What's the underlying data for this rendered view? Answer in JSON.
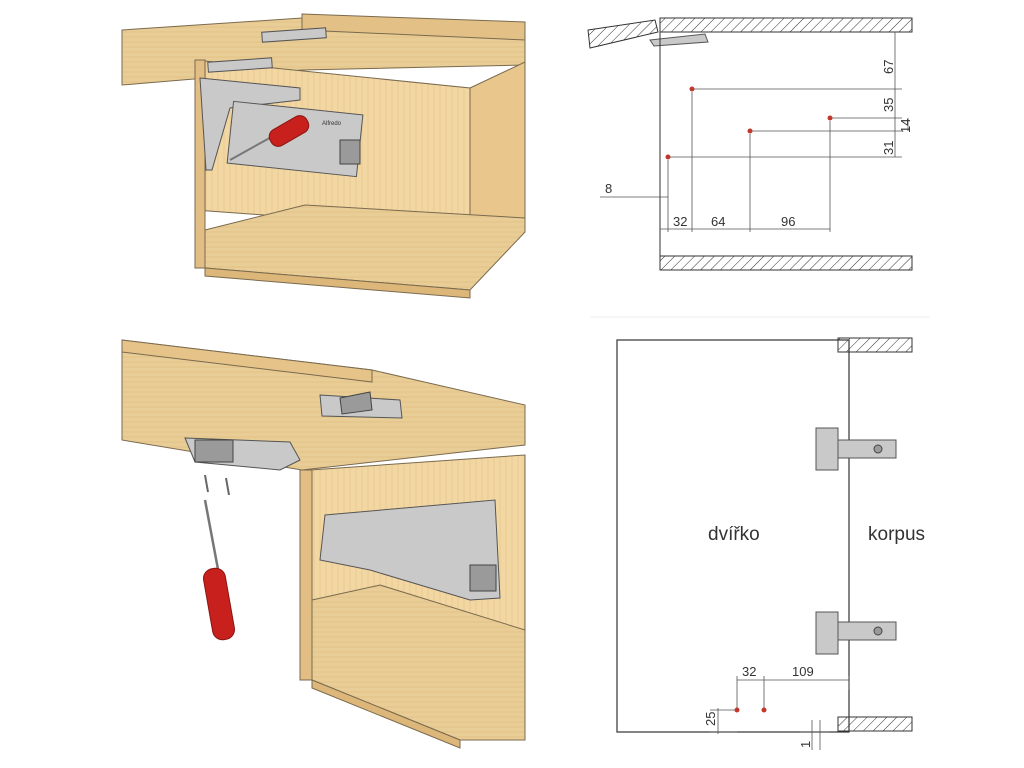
{
  "colors": {
    "wood_light": "#f2d7a3",
    "wood_mid": "#e8c98f",
    "wood_dark": "#d9b677",
    "metal": "#c9c9c9",
    "handle_red": "#c8201c",
    "marker_red": "#c0392b",
    "line": "#555555"
  },
  "top_right_dims": {
    "horizontal": {
      "d1": "8",
      "d2": "32",
      "d3": "64",
      "d4": "96"
    },
    "vertical": {
      "v1": "67",
      "v2": "35",
      "v3": "14",
      "v4": "31"
    }
  },
  "bottom_right_dims": {
    "h1": "32",
    "h2": "109",
    "v1": "25",
    "v2": "1"
  },
  "labels": {
    "door": "dvířko",
    "body": "korpus"
  },
  "mechanism_brand": "Alfredo"
}
